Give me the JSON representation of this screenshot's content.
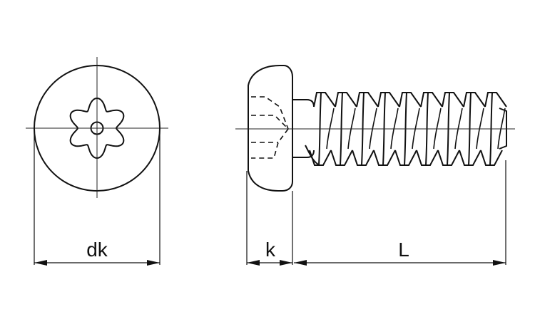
{
  "colors": {
    "background": "#ffffff",
    "line": "#111111",
    "center_line": "#222222"
  },
  "dimensions": {
    "head_diameter_label": "dk",
    "head_height_label": "k",
    "length_label": "L"
  }
}
